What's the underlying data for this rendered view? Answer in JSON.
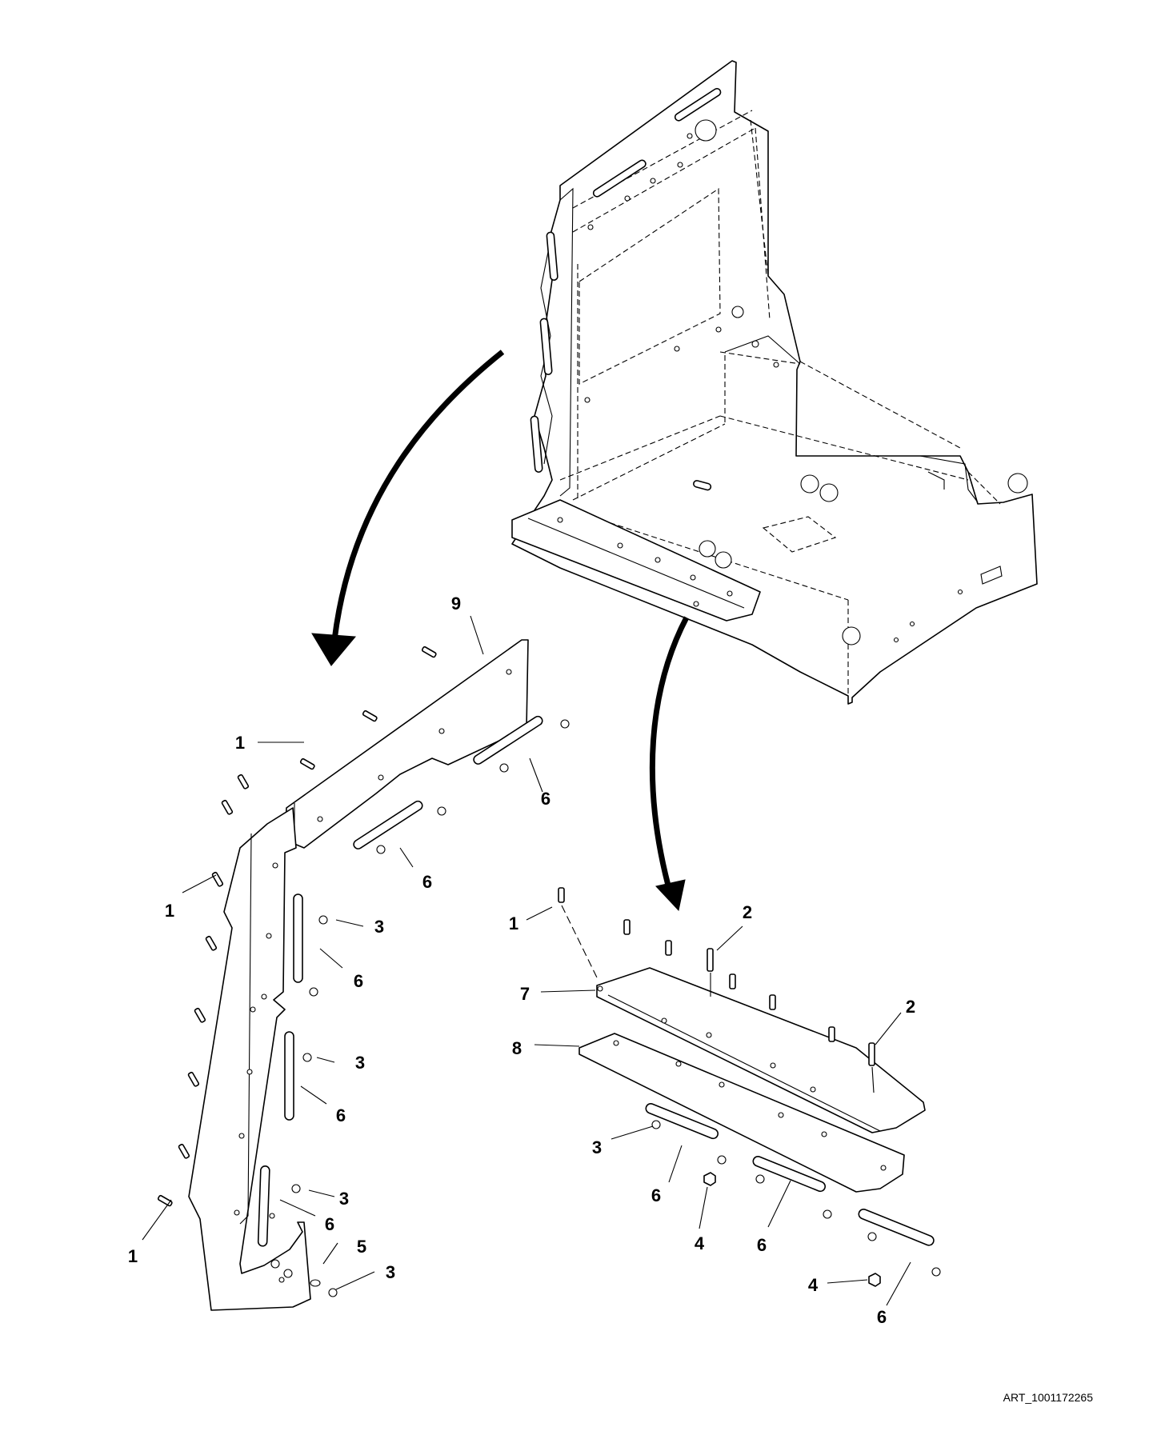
{
  "art_reference": "ART_1001172265",
  "callouts": [
    {
      "text": "9"
    },
    {
      "text": "1"
    },
    {
      "text": "6"
    },
    {
      "text": "6"
    },
    {
      "text": "1"
    },
    {
      "text": "3"
    },
    {
      "text": "6"
    },
    {
      "text": "3"
    },
    {
      "text": "6"
    },
    {
      "text": "3"
    },
    {
      "text": "6"
    },
    {
      "text": "1"
    },
    {
      "text": "5"
    },
    {
      "text": "3"
    },
    {
      "text": "1"
    },
    {
      "text": "2"
    },
    {
      "text": "7"
    },
    {
      "text": "2"
    },
    {
      "text": "8"
    },
    {
      "text": "3"
    },
    {
      "text": "6"
    },
    {
      "text": "4"
    },
    {
      "text": "6"
    },
    {
      "text": "4"
    },
    {
      "text": "6"
    }
  ]
}
